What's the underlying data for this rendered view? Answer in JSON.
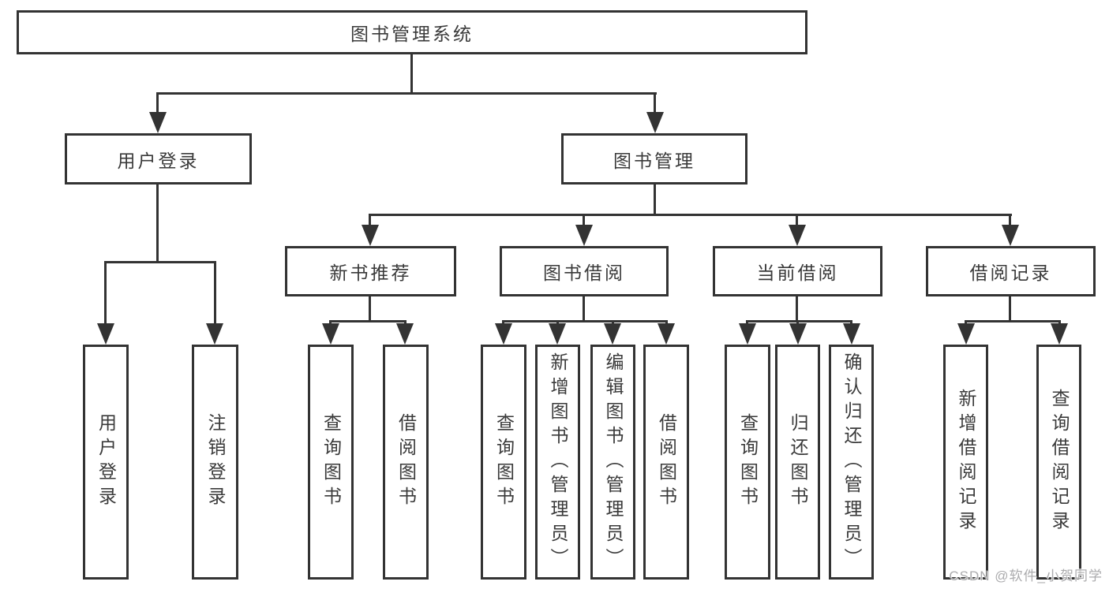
{
  "page": {
    "background_color": "#ffffff",
    "line_color": "#333333",
    "text_color": "#3a3a3a",
    "watermark_color": "#ababad"
  },
  "watermark": "CSDN @软件_小贺同学",
  "tree": {
    "root": {
      "label": "图书管理系统"
    },
    "branches": [
      {
        "label": "用户登录",
        "children": [
          {
            "label": "用户登录"
          },
          {
            "label": "注销登录"
          }
        ]
      },
      {
        "label": "图书管理",
        "children": [
          {
            "label": "新书推荐",
            "children": [
              {
                "label": "查询图书"
              },
              {
                "label": "借阅图书"
              }
            ]
          },
          {
            "label": "图书借阅",
            "children": [
              {
                "label": "查询图书"
              },
              {
                "label": "新增图书（管理员）"
              },
              {
                "label": "编辑图书（管理员）"
              },
              {
                "label": "借阅图书"
              }
            ]
          },
          {
            "label": "当前借阅",
            "children": [
              {
                "label": "查询图书"
              },
              {
                "label": "归还图书"
              },
              {
                "label": "确认归还（管理员）"
              }
            ]
          },
          {
            "label": "借阅记录",
            "children": [
              {
                "label": "新增借阅记录"
              },
              {
                "label": "查询借阅记录"
              }
            ]
          }
        ]
      }
    ]
  }
}
